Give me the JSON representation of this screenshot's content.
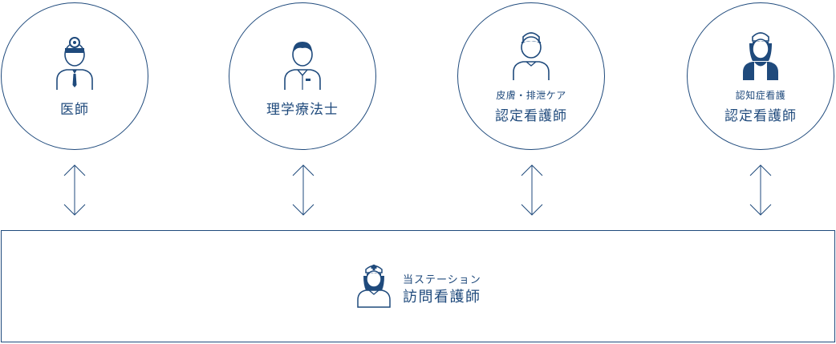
{
  "colors": {
    "accent": "#1f4a7c",
    "background": "#ffffff"
  },
  "partners": [
    {
      "main": "医師",
      "sub": "",
      "icon": "doctor-icon"
    },
    {
      "main": "理学療法士",
      "sub": "",
      "icon": "physical-therapist-icon"
    },
    {
      "main": "認定看護師",
      "sub": "皮膚・排泄ケア",
      "icon": "wound-ostomy-nurse-icon"
    },
    {
      "main": "認定看護師",
      "sub": "認知症看護",
      "icon": "dementia-nurse-icon"
    }
  ],
  "arrow_icon": "double-arrow-icon",
  "station": {
    "sub": "当ステーション",
    "main": "訪問看護師",
    "icon": "visiting-nurse-icon"
  }
}
